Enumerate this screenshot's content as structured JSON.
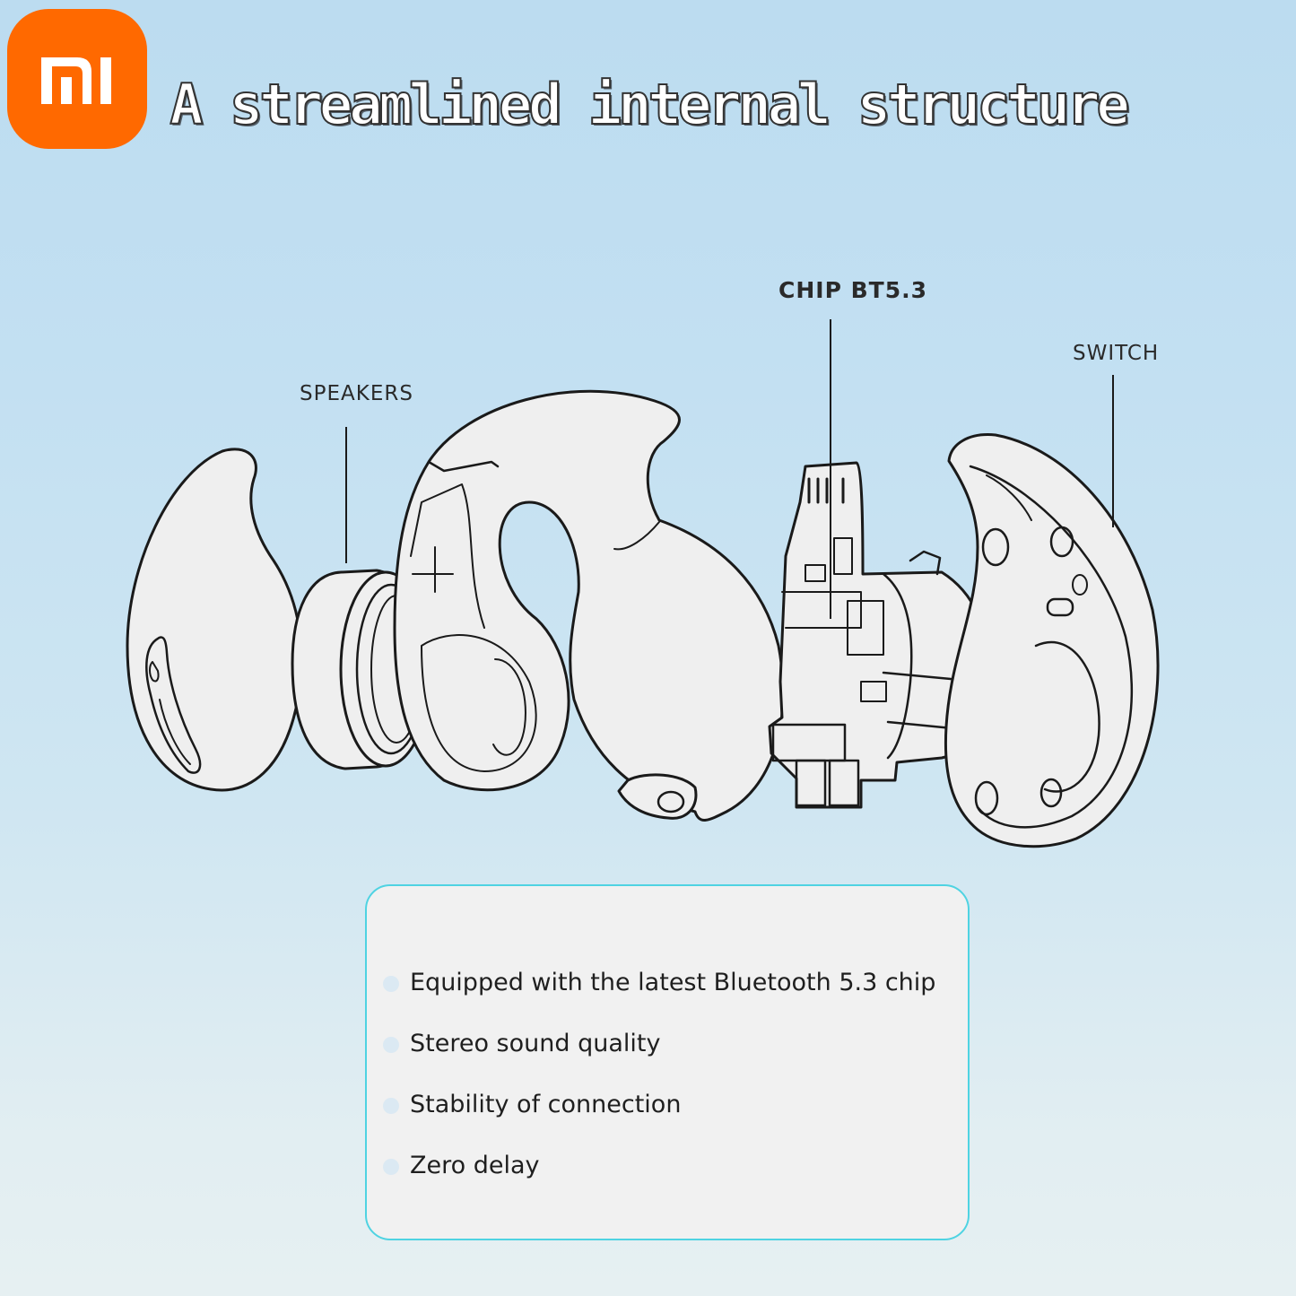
{
  "brand": {
    "logo_text": "mi",
    "logo_color": "#ff6900",
    "icon": "xiaomi-logo-icon"
  },
  "title": "A streamlined internal structure",
  "labels": {
    "speakers": "SPEAKERS",
    "chip": "CHIP BT5.3",
    "switch": "SWITCH"
  },
  "features": [
    "Equipped with the latest Bluetooth 5.3 chip",
    "Stereo sound quality",
    "Stability of connection",
    "Zero delay"
  ],
  "colors": {
    "card_border": "#4fd3e2",
    "line_art": "#1a1a1a",
    "fill": "#efefef"
  }
}
